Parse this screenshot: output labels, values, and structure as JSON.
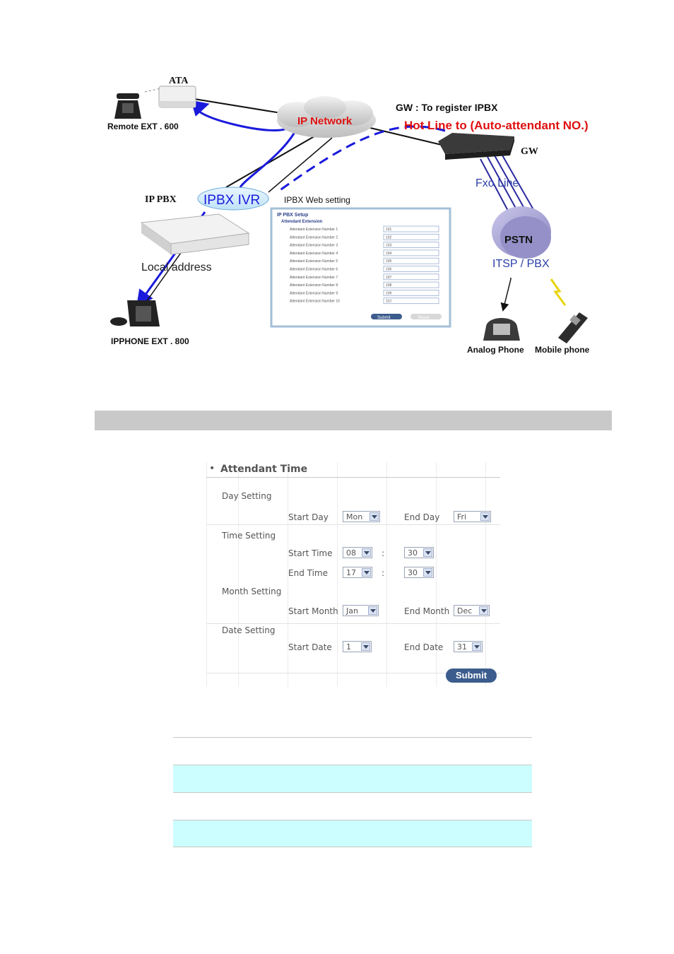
{
  "diagram": {
    "ata": "ATA",
    "remote_ext": "Remote EXT . 600",
    "ip_network": "IP Network",
    "gw_register": "GW : To register IPBX",
    "hot_line": "Hot Line to (Auto-attendant NO.)",
    "gw": "GW",
    "fxo_line": "Fxo Line",
    "ip_pbx": "IP PBX",
    "ipbx_ivr": "IPBX IVR",
    "ipbx_web_setting": "IPBX Web setting",
    "pstn": "PSTN",
    "itsp_pbx": "ITSP / PBX",
    "local_address": "Local address",
    "ipphone_ext": "IPPHONE EXT . 800",
    "analog_phone": "Analog Phone",
    "mobile_phone": "Mobile phone",
    "colors": {
      "line_blue": "#1a1adc",
      "hot_line_red": "#e01010",
      "pstn_purple": "#a7a2d2"
    },
    "web_setting_panel": {
      "title": "IP PBX Setup",
      "section": "Attendant Extension",
      "rows": [
        {
          "label": "Attendant Extension Number 1",
          "value": "101"
        },
        {
          "label": "Attendant Extension Number 2",
          "value": "102"
        },
        {
          "label": "Attendant Extension Number 3",
          "value": "103"
        },
        {
          "label": "Attendant Extension Number 4",
          "value": "104"
        },
        {
          "label": "Attendant Extension Number 5",
          "value": "105"
        },
        {
          "label": "Attendant Extension Number 6",
          "value": "106"
        },
        {
          "label": "Attendant Extension Number 7",
          "value": "107"
        },
        {
          "label": "Attendant Extension Number 8",
          "value": "108"
        },
        {
          "label": "Attendant Extension Number 9",
          "value": "109"
        },
        {
          "label": "Attendant Extension Number 10",
          "value": "110"
        }
      ],
      "submit": "Submit",
      "reset": "Reset"
    }
  },
  "attendant_time": {
    "title": "Attendant Time",
    "bullet": "•",
    "day_setting": "Day Setting",
    "start_day_label": "Start Day",
    "start_day": "Mon",
    "end_day_label": "End Day",
    "end_day": "Fri",
    "time_setting": "Time Setting",
    "start_time_label": "Start Time",
    "start_hour": "08",
    "start_min": "30",
    "end_time_label": "End Time",
    "end_hour": "17",
    "end_min": "30",
    "colon": ":",
    "month_setting": "Month Setting",
    "start_month_label": "Start Month",
    "start_month": "Jan",
    "end_month_label": "End Month",
    "end_month": "Dec",
    "date_setting": "Date Setting",
    "start_date_label": "Start Date",
    "start_date": "1",
    "end_date_label": "End Date",
    "end_date": "31",
    "submit": "Submit"
  }
}
